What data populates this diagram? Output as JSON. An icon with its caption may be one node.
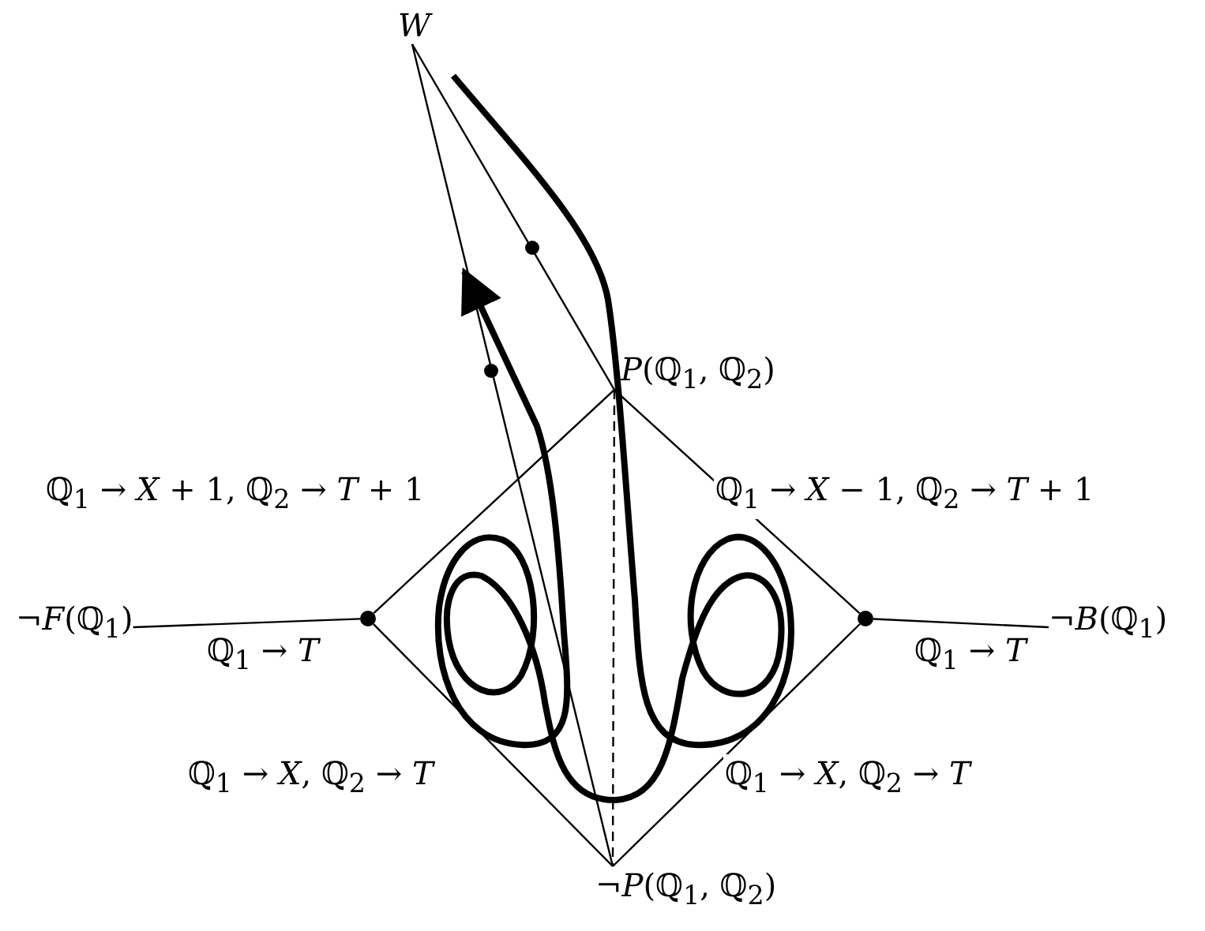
{
  "diagram": {
    "nodes": [
      {
        "text": [
          "*W*"
        ]
      },
      {
        "text": [
          "*P*(ℚ$_{1}$, ℚ$_{2}$)"
        ]
      },
      {
        "text": [
          "¬*F*(ℚ$_{1}$)"
        ]
      },
      {
        "text": [],
        "shape": "circle"
      },
      {
        "text": [],
        "shape": "circle"
      },
      {
        "text": [
          "¬*B*(ℚ$_{1}$)"
        ]
      },
      {
        "text": [
          "¬*P*(ℚ$_{1}$, ℚ$_{2}$)"
        ]
      }
    ],
    "edges": [
      {
        "from": 2,
        "to": 3,
        "arrow": "none",
        "label": "ℚ$_{1}$ → *T*"
      },
      {
        "from": 3,
        "to": 1,
        "arrow": "none",
        "label": "ℚ$_{1}$ → *X* + 1, ℚ$_{2}$ → *T* + 1"
      },
      {
        "from": 3,
        "to": 6,
        "arrow": "none",
        "label": "ℚ$_{1}$ → *X*, ℚ$_{2}$ → *T*"
      },
      {
        "from": 1,
        "to": 4,
        "arrow": "none",
        "label": "ℚ$_{1}$ → *X* − 1, ℚ$_{2}$ → *T* + 1"
      },
      {
        "from": 4,
        "to": 6,
        "arrow": "none",
        "label": "ℚ$_{1}$ → *X*, ℚ$_{2}$ → *T*"
      },
      {
        "from": 4,
        "to": 5,
        "arrow": "none",
        "label": "ℚ$_{1}$ → *T*"
      },
      {
        "from": 1,
        "to": 6,
        "arrow": "none",
        "style": "dashed"
      },
      {
        "from": 0,
        "to": 1,
        "arrow": "none"
      },
      {
        "from": 0,
        "to": 6,
        "arrow": "none"
      }
    ]
  }
}
